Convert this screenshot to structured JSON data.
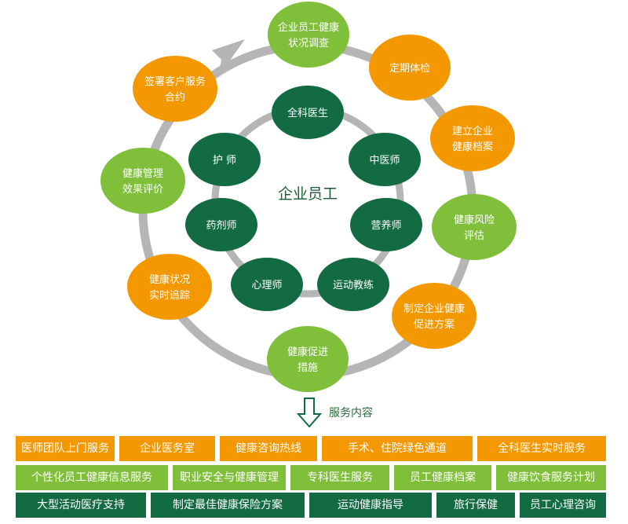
{
  "center": {
    "label": "企业员工"
  },
  "outer_nodes": [
    {
      "id": "survey",
      "lines": [
        "企业员工健康",
        "状况调查"
      ],
      "color": "#7fbf3a"
    },
    {
      "id": "checkup",
      "lines": [
        "定期体检"
      ],
      "color": "#f39800"
    },
    {
      "id": "records",
      "lines": [
        "建立企业",
        "健康档案"
      ],
      "color": "#f39800"
    },
    {
      "id": "risk",
      "lines": [
        "健康风险",
        "评估"
      ],
      "color": "#7fbf3a"
    },
    {
      "id": "plan",
      "lines": [
        "制定企业健康",
        "促进方案"
      ],
      "color": "#f39800"
    },
    {
      "id": "measures",
      "lines": [
        "健康促进",
        "措施"
      ],
      "color": "#7fbf3a"
    },
    {
      "id": "tracking",
      "lines": [
        "健康状况",
        "实时追踪"
      ],
      "color": "#f39800"
    },
    {
      "id": "evaluation",
      "lines": [
        "健康管理",
        "效果评价"
      ],
      "color": "#7fbf3a"
    },
    {
      "id": "contract",
      "lines": [
        "签署客户服务",
        "合约"
      ],
      "color": "#f39800"
    }
  ],
  "inner_nodes": [
    {
      "id": "gp",
      "label": "全科医生"
    },
    {
      "id": "tcm",
      "label": "中医师"
    },
    {
      "id": "nutritionist",
      "label": "营养师"
    },
    {
      "id": "coach",
      "label": "运动教练"
    },
    {
      "id": "psychologist",
      "label": "心理师"
    },
    {
      "id": "pharmacist",
      "label": "药剂师"
    },
    {
      "id": "nurse",
      "label": "护 师"
    }
  ],
  "colors": {
    "inner_node": "#136b43",
    "ring": "#b5b5b5",
    "orange": "#f39800",
    "light_green": "#7fbf3a",
    "dark_green": "#136b43"
  },
  "services": {
    "title": "服务内容",
    "row1": [
      "医师团队上门服务",
      "企业医务室",
      "健康咨询热线",
      "手术、住院绿色通道",
      "全科医生实时服务"
    ],
    "row2": [
      "个性化员工健康信息服务",
      "职业安全与健康管理",
      "专科医生服务",
      "员工健康档案",
      "健康饮食服务计划"
    ],
    "row3": [
      "大型活动医疗支持",
      "制定最佳健康保险方案",
      "运动健康指导",
      "旅行保健",
      "员工心理咨询"
    ]
  }
}
